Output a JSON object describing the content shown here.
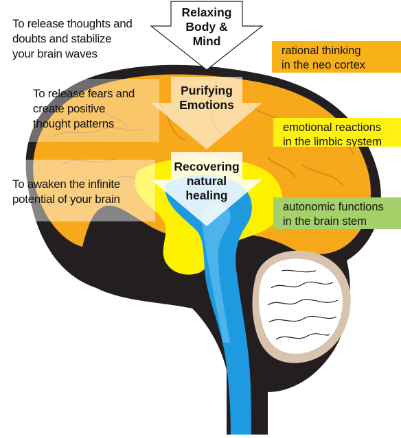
{
  "steps": [
    {
      "lines": [
        "Relaxing",
        "Body &",
        "Mind"
      ]
    },
    {
      "lines": [
        "Purifying",
        "Emotions"
      ]
    },
    {
      "lines": [
        "Recovering",
        "natural",
        "healing"
      ]
    }
  ],
  "purposes": [
    {
      "lines": [
        "To release thoughts and",
        "doubts and stabilize",
        "your brain waves"
      ]
    },
    {
      "lines": [
        "To release fears and",
        "create positive",
        "thought patterns"
      ]
    },
    {
      "lines": [
        "To awaken the infinite",
        "potential of your brain"
      ]
    }
  ],
  "regions": [
    {
      "lines": [
        "rational thinking",
        "in the neo cortex"
      ],
      "color": "#F7B21A"
    },
    {
      "lines": [
        "emotional reactions",
        "in the limbic system"
      ],
      "color": "#FFF212"
    },
    {
      "lines": [
        "autonomic functions",
        "in the brain stem"
      ],
      "color": "#A5D16B"
    }
  ],
  "colors": {
    "cortex": "#F7A81B",
    "limbic": "#FFF200",
    "stem": "#1E9BE0",
    "cerebellum": "#FFFFFF",
    "outline": "#231F20"
  }
}
